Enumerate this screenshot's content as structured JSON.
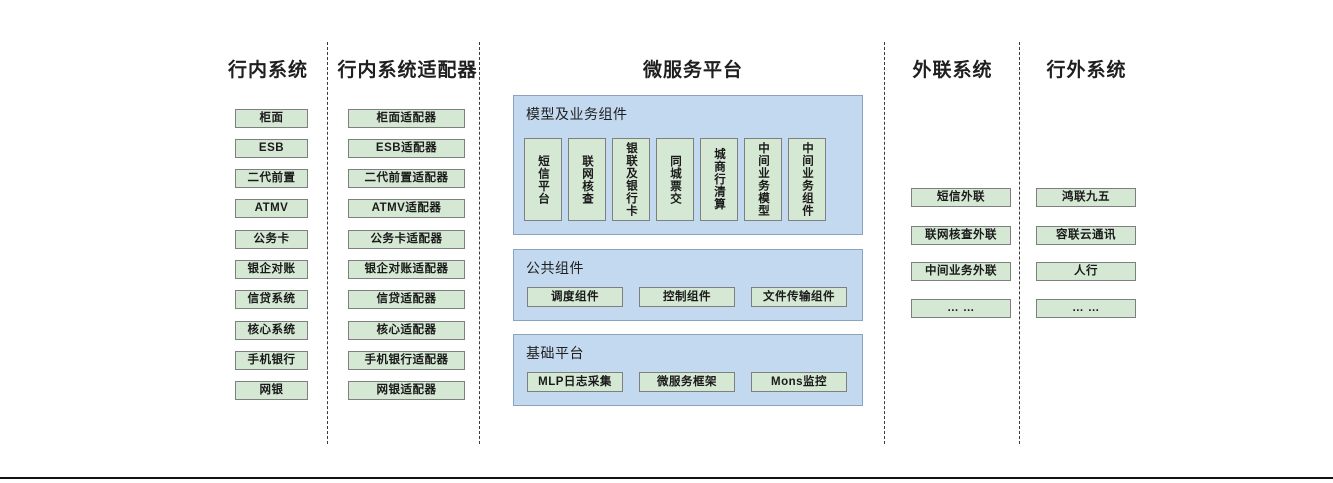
{
  "columns": {
    "internal_systems": {
      "title": "行内系统",
      "items": [
        "柜面",
        "ESB",
        "二代前置",
        "ATMV",
        "公务卡",
        "银企对账",
        "信贷系统",
        "核心系统",
        "手机银行",
        "网银"
      ]
    },
    "internal_adapters": {
      "title": "行内系统适配器",
      "items": [
        "柜面适配器",
        "ESB适配器",
        "二代前置适配器",
        "ATMV适配器",
        "公务卡适配器",
        "银企对账适配器",
        "信贷适配器",
        "核心适配器",
        "手机银行适配器",
        "网银适配器"
      ]
    },
    "microservice_platform": {
      "title": "微服务平台",
      "sections": [
        {
          "label": "模型及业务组件",
          "orientation": "vertical",
          "items": [
            "短信平台",
            "联网核查",
            "银联及银行卡",
            "同城票交",
            "城商行清算",
            "中间业务模型",
            "中间业务组件"
          ]
        },
        {
          "label": "公共组件",
          "orientation": "horizontal",
          "items": [
            "调度组件",
            "控制组件",
            "文件传输组件"
          ]
        },
        {
          "label": "基础平台",
          "orientation": "horizontal",
          "items": [
            "MLP日志采集",
            "微服务框架",
            "Mons监控"
          ]
        }
      ]
    },
    "external_link_systems": {
      "title": "外联系统",
      "items": [
        "短信外联",
        "联网核查外联",
        "中间业务外联",
        "… …"
      ]
    },
    "outside_bank_systems": {
      "title": "行外系统",
      "items": [
        "鸿联九五",
        "容联云通讯",
        "人行",
        "… …"
      ]
    }
  },
  "colors": {
    "node_fill": "#d5e8d4",
    "node_border": "#7f7f7f",
    "panel_fill": "#c3d9ef",
    "panel_border": "#8aa4bf",
    "divider": "#3a3a3a",
    "text": "#1a1a1a"
  }
}
